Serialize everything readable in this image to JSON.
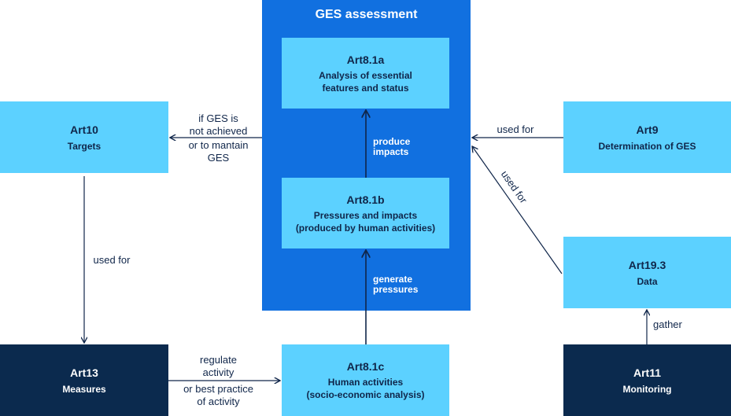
{
  "ges": {
    "title": "GES assessment"
  },
  "nodes": {
    "art81a": {
      "title": "Art8.1a",
      "line1": "Analysis of essential",
      "line2": "features and status"
    },
    "art81b": {
      "title": "Art8.1b",
      "line1": "Pressures and impacts",
      "line2": "(produced by human activities)"
    },
    "art81c": {
      "title": "Art8.1c",
      "line1": "Human activities",
      "line2": "(socio-economic analysis)"
    },
    "art10": {
      "title": "Art10",
      "line1": "Targets"
    },
    "art13": {
      "title": "Art13",
      "line1": "Measures"
    },
    "art9": {
      "title": "Art9",
      "line1": "Determination of GES"
    },
    "art193": {
      "title": "Art19.3",
      "line1": "Data"
    },
    "art11": {
      "title": "Art11",
      "line1": "Monitoring"
    }
  },
  "edges": {
    "produce_impacts": {
      "line1": "produce",
      "line2": "impacts"
    },
    "generate_pressures": {
      "line1": "generate",
      "line2": "pressures"
    },
    "ges_to_targets": {
      "line1": "if GES is",
      "line2": "not achieved",
      "line3": "or to mantain",
      "line4": "GES"
    },
    "targets_to_measures": {
      "label": "used for"
    },
    "measures_to_activities": {
      "line1": "regulate",
      "line2": "activity",
      "line3": "or best practice",
      "line4": "of activity"
    },
    "art9_to_ges": {
      "label": "used for"
    },
    "data_to_ges": {
      "label": "used for"
    },
    "monitoring_to_data": {
      "label": "gather"
    }
  },
  "colors": {
    "panel": "#1170e0",
    "light_box": "#5cd1ff",
    "dark_box": "#0b2a4e",
    "text_dark": "#10264a",
    "arrow": "#10264a"
  }
}
